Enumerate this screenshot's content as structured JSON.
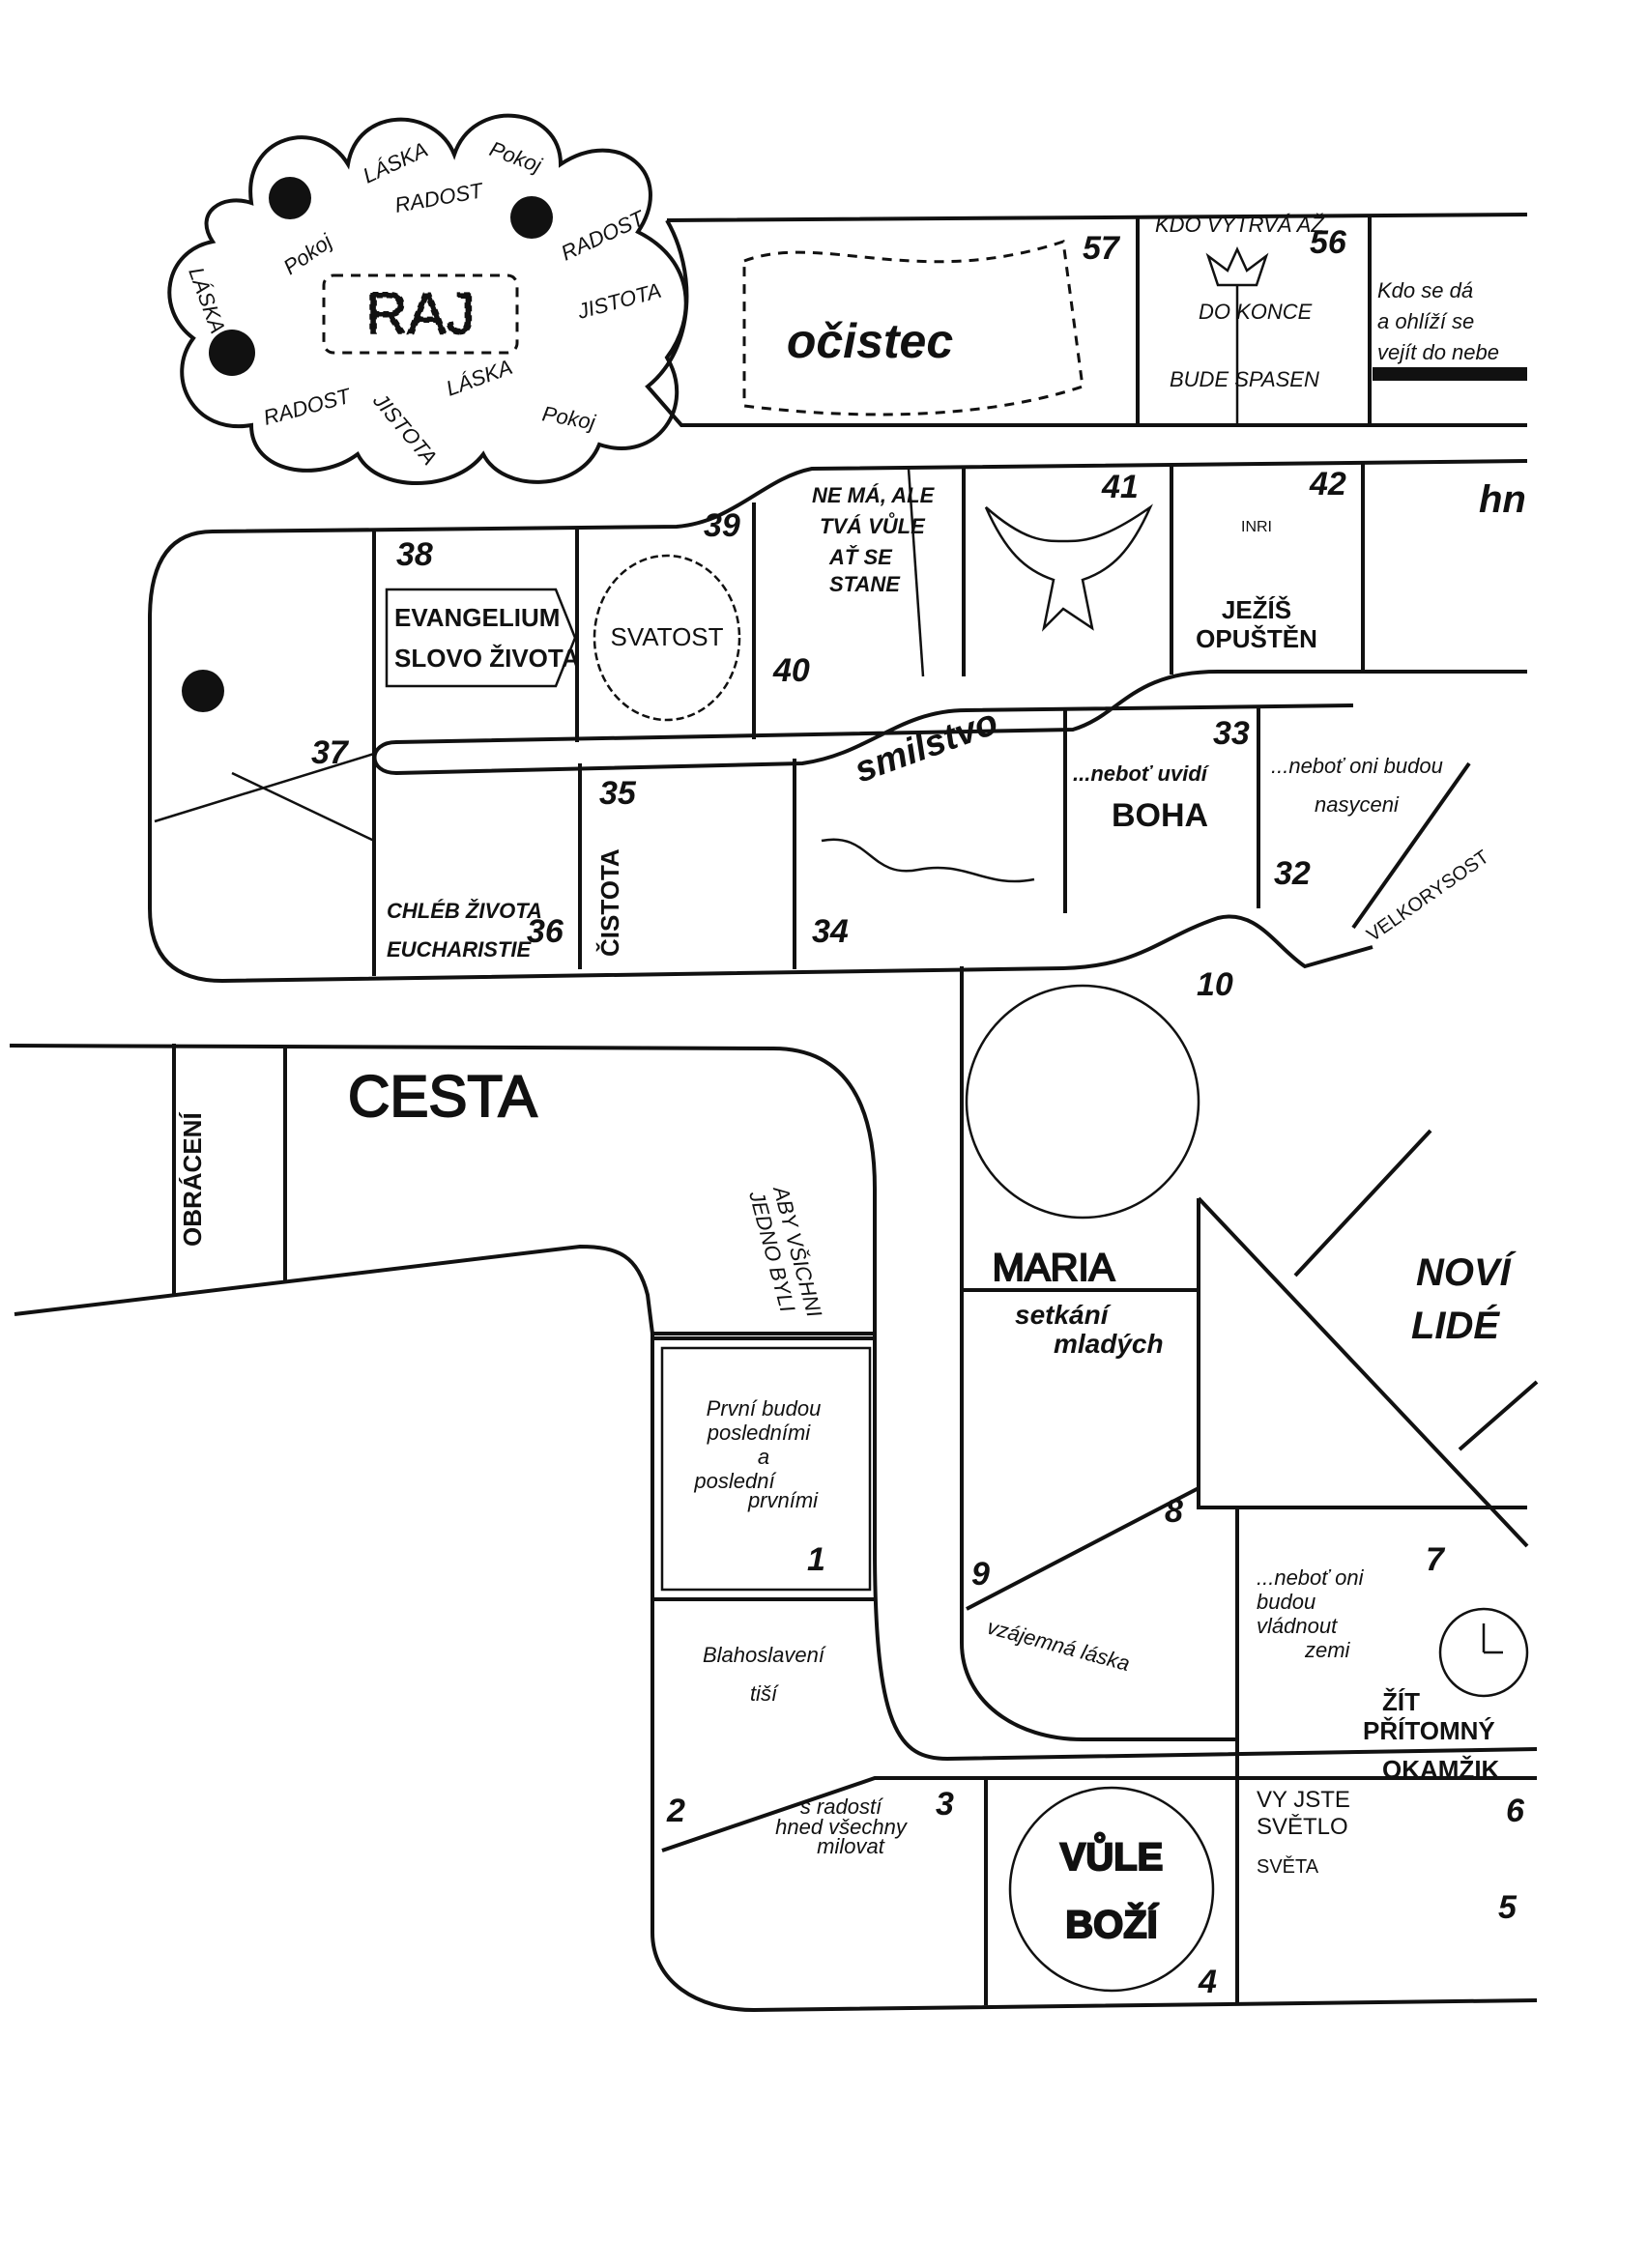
{
  "heaven": {
    "title": "RAJ",
    "words": [
      "LÁSKA",
      "RADOST",
      "Pokoj",
      "RADOST",
      "LÁSKA",
      "Pokoj",
      "JISTOTA",
      "LÁSKA",
      "RADOST",
      "JISTOTA",
      "Pokoj"
    ]
  },
  "top_row": {
    "purgatory": {
      "label": "očistec",
      "number": "57"
    },
    "cell56": {
      "number": "56",
      "lines": [
        "KDO VYTRVÁ AŽ",
        "DO KONCE",
        "BUDE SPASEN"
      ]
    },
    "cell55": {
      "lines": [
        "Kdo se dá",
        "a ohlíží se",
        "vejít do nebe"
      ]
    }
  },
  "row2": {
    "cell37": {
      "number": "37"
    },
    "cell38": {
      "number": "38",
      "lines": [
        "EVANGELIUM",
        "SLOVO ŽIVOTA"
      ]
    },
    "cell39": {
      "number": "39",
      "label": "SVATOST"
    },
    "cell40": {
      "number": "40",
      "lines": [
        "NE MÁ, ALE",
        "TVÁ VŮLE",
        "AŤ SE",
        "STANE"
      ]
    },
    "cell41": {
      "number": "41"
    },
    "cell42": {
      "number": "42",
      "inri": "INRI",
      "lines": [
        "JEŽÍŠ",
        "OPUŠTĚN"
      ]
    },
    "cell43": {
      "label": "hn"
    }
  },
  "row3": {
    "cell36": {
      "number": "36",
      "lines": [
        "CHLÉB ŽIVOTA",
        "EUCHARISTIE"
      ]
    },
    "cell35": {
      "number": "35",
      "label": "ČISTOTA"
    },
    "cell34": {
      "number": "34",
      "label": "smilstvo"
    },
    "cell33": {
      "number": "33",
      "lines": [
        "...neboť uvidí",
        "BOHA"
      ]
    },
    "cell32": {
      "number": "32",
      "lines": [
        "...neboť oni budou",
        "nasyceni"
      ]
    },
    "cell31": {
      "label": "VELKORYSOST"
    }
  },
  "path": {
    "obraceni": "OBRÁCENÍ",
    "cesta": "CESTA",
    "banner": [
      "ABY VŠICHNI",
      "JEDNO BYLI"
    ],
    "cell1": {
      "number": "1",
      "lines": [
        "První budou",
        "posledními",
        "a",
        "poslední",
        "prvními"
      ]
    },
    "cell2": {
      "number": "2",
      "lines": [
        "Blahoslavení",
        "tiší"
      ]
    },
    "cell3": {
      "number": "3",
      "lines": [
        "s radostí",
        "hned všechny",
        "milovat"
      ]
    },
    "cell4": {
      "number": "4",
      "lines": [
        "VŮLE",
        "BOŽÍ"
      ]
    },
    "cell5": {
      "number": "5",
      "lines": [
        "VY JSTE",
        "SVĚTLO",
        "SVĚTA"
      ]
    },
    "cell6": {
      "number": "6",
      "lines": [
        "ŽÍT",
        "PŘÍTOMNÝ",
        "OKAMŽIK"
      ]
    },
    "cell7": {
      "number": "7",
      "lines": [
        "...neboť oni",
        "budou",
        "vládnout",
        "zemi"
      ]
    },
    "cell8": {
      "number": "8",
      "label": "vzájemná láska"
    },
    "cell9": {
      "number": "9",
      "lines": [
        "setkání",
        "mladých"
      ]
    },
    "cell10": {
      "number": "10",
      "label": "MARIA"
    },
    "novi": [
      "NOVÍ",
      "LIDÉ"
    ]
  }
}
